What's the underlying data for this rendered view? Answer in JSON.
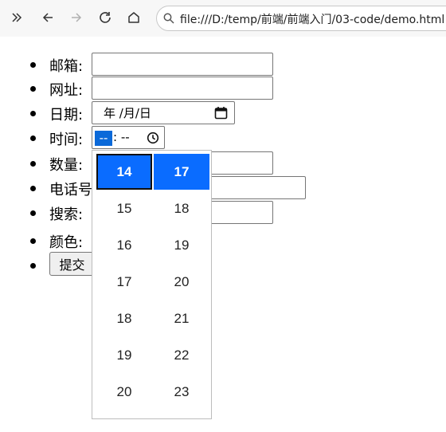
{
  "toolbar": {
    "url": "file:///D:/temp/前端/前端入门/03-code/demo.html",
    "icons": [
      "double-chevron-icon",
      "back-arrow-icon",
      "forward-arrow-icon",
      "reload-icon",
      "home-icon",
      "search-icon"
    ]
  },
  "form": {
    "email": {
      "label": "邮箱:",
      "value": ""
    },
    "url": {
      "label": "网址:",
      "value": ""
    },
    "date": {
      "label": "日期:",
      "placeholder": "年 /月/日"
    },
    "time": {
      "label": "时间:",
      "hour_text": "--",
      "rest_text": ": --"
    },
    "number": {
      "label": "数量:",
      "value": ""
    },
    "tel": {
      "label": "电话号",
      "value": ""
    },
    "search": {
      "label": "搜索:",
      "value": ""
    },
    "color": {
      "label": "颜色:"
    },
    "submit_label": "提交"
  },
  "time_picker": {
    "hours": [
      "14",
      "15",
      "16",
      "17",
      "18",
      "19",
      "20"
    ],
    "minutes": [
      "17",
      "18",
      "19",
      "20",
      "21",
      "22",
      "23"
    ],
    "selected_hour": "14",
    "selected_minute": "17",
    "accent_color": "#0a6cff"
  }
}
